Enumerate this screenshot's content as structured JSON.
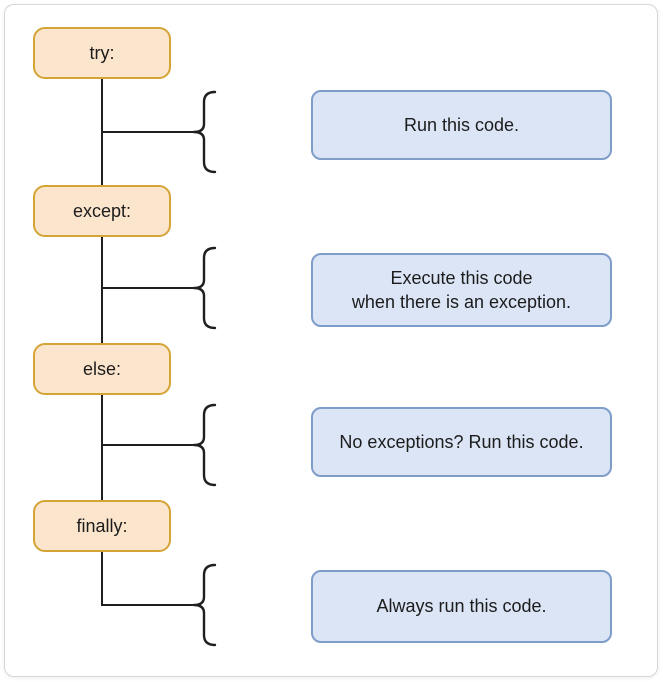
{
  "diagram": {
    "topic": "try / except / else / finally flow",
    "nodes": [
      {
        "keyword": "try:",
        "description": "Run this code."
      },
      {
        "keyword": "except:",
        "description": "Execute this code\nwhen there is an exception."
      },
      {
        "keyword": "else:",
        "description": "No exceptions? Run this code."
      },
      {
        "keyword": "finally:",
        "description": "Always run this code."
      }
    ]
  },
  "colors": {
    "keyword_fill": "#fce5cd",
    "keyword_border": "#d4a437",
    "description_fill": "#dbe5f6",
    "description_border": "#7f9dc9",
    "connector_line": "#1f1f1f",
    "card_border": "#d6d6d6",
    "background": "#ffffff",
    "text": "#1c1c1c"
  }
}
